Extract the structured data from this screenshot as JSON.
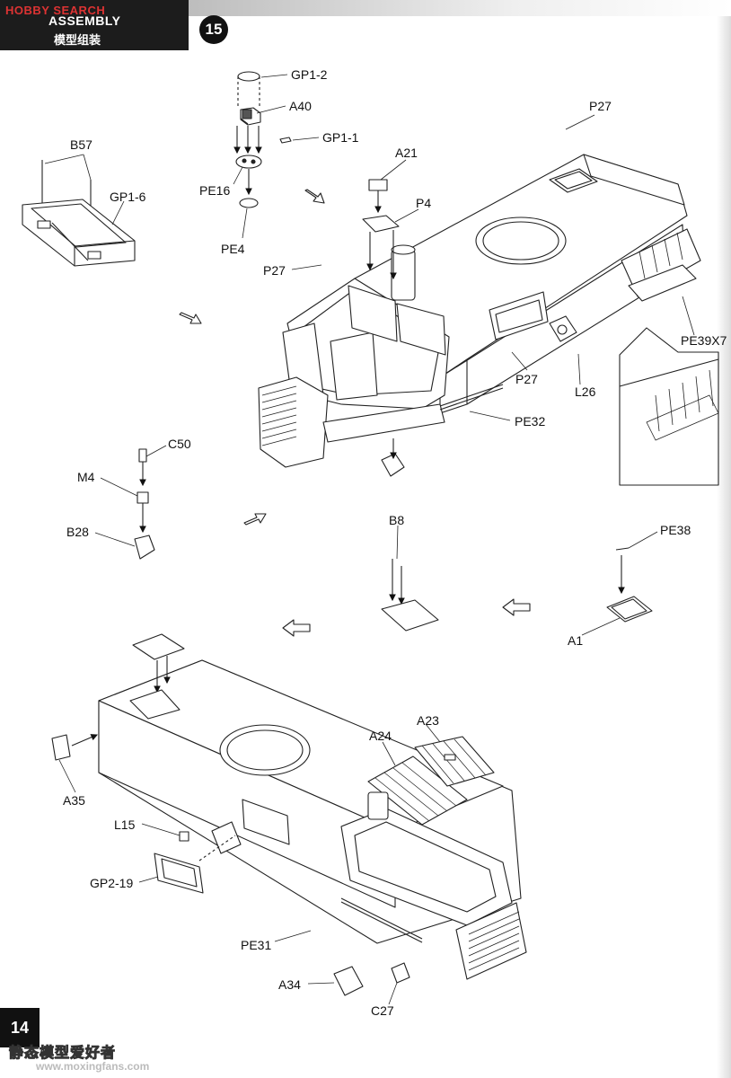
{
  "header": {
    "brand": "HOBBY SEARCH",
    "title_en": "ASSEMBLY",
    "title_cn": "模型组装",
    "step_number": "15"
  },
  "labels": {
    "gp1_2": "GP1-2",
    "a40": "A40",
    "gp1_1": "GP1-1",
    "pe16": "PE16",
    "pe4": "PE4",
    "b57": "B57",
    "gp1_6": "GP1-6",
    "a21": "A21",
    "p4": "P4",
    "p27_top": "P27",
    "p27_left": "P27",
    "p27_right": "P27",
    "pe39x7": "PE39X7",
    "l26": "L26",
    "pe32": "PE32",
    "c50": "C50",
    "m4": "M4",
    "b28": "B28",
    "b8": "B8",
    "pe38": "PE38",
    "a1": "A1",
    "a23": "A23",
    "a24": "A24",
    "a35": "A35",
    "l15": "L15",
    "gp2_19": "GP2-19",
    "pe31": "PE31",
    "a34": "A34",
    "c27": "C27"
  },
  "footer": {
    "page_number": "14",
    "watermark": "静态模型爱好者",
    "watermark_url": "www.moxingfans.com"
  }
}
